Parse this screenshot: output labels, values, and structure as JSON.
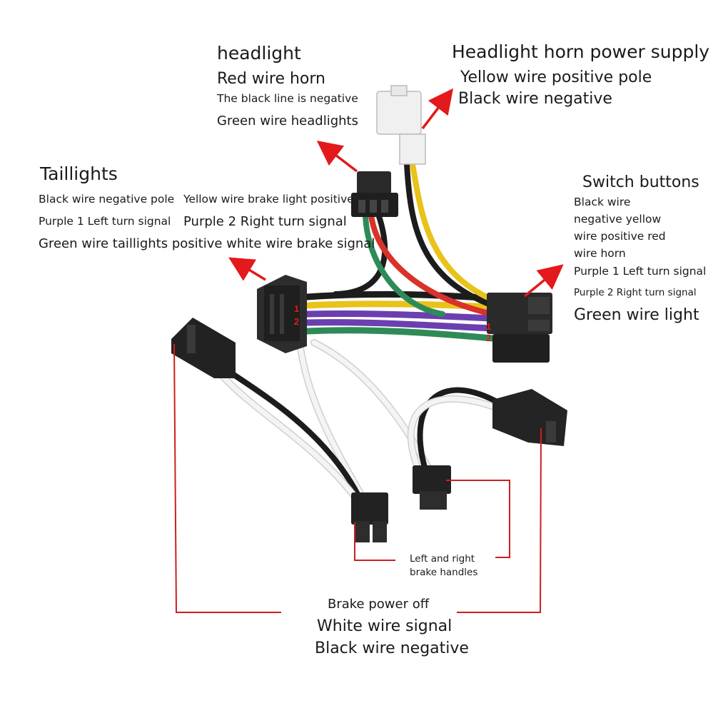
{
  "headlight": {
    "title": "headlight",
    "line1": "Red wire horn",
    "line2": "The black line is negative",
    "line3": "Green wire headlights"
  },
  "power_supply": {
    "title": "Headlight horn power supply",
    "line1": "Yellow wire positive pole",
    "line2": "Black wire negative"
  },
  "taillights": {
    "title": "Taillights",
    "line1": "Black wire negative pole",
    "line2": "Yellow wire brake light positive",
    "line3": "Purple 1 Left turn signal",
    "line4": "Purple 2 Right turn signal",
    "line5": "Green wire taillights positive white wire brake signal"
  },
  "switch_buttons": {
    "title": "Switch buttons",
    "line1": "Black wire",
    "line2": "negative yellow",
    "line3": "wire positive red",
    "line4": "wire horn",
    "line5": "Purple 1 Left turn signal",
    "line6": "Purple 2 Right turn signal",
    "line7": "Green wire light"
  },
  "brake_handles": {
    "line1": "Left and right",
    "line2": "brake handles"
  },
  "brake_power": {
    "line1": "Brake power off",
    "line2": "White wire signal",
    "line3": "Black wire negative"
  },
  "pin_labels": {
    "taillight_pin1": "1",
    "taillight_pin2": "2",
    "switch_pin1": "1",
    "switch_pin2": "2"
  },
  "colors": {
    "arrow": "#e3191b",
    "leader": "#cc1f1f",
    "wire_black": "#1c1c1c",
    "wire_red": "#d9322a",
    "wire_green": "#2e8b57",
    "wire_yellow": "#e9c21a",
    "wire_purple": "#6a3fb0",
    "wire_white": "#f4f4f4",
    "connector": "#2a2a2a",
    "connector_white": "#f0f0f0"
  }
}
